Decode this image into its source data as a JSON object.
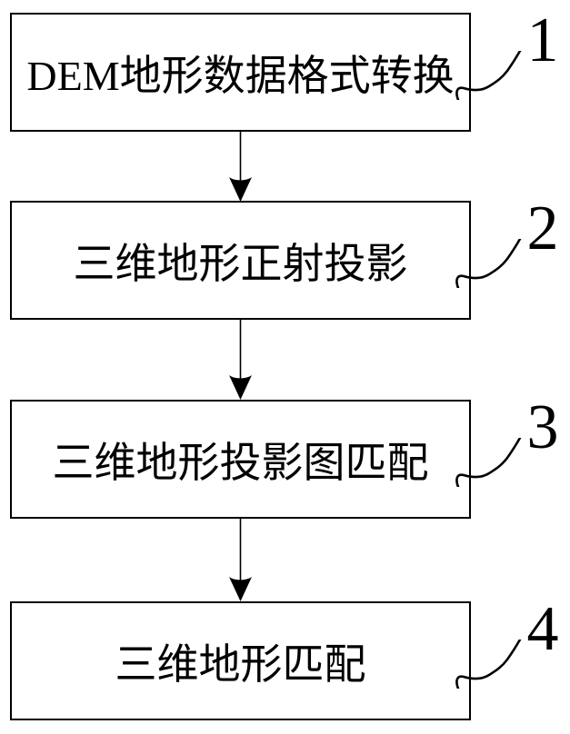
{
  "figure": {
    "type": "flowchart",
    "background_color": "#ffffff",
    "line_color": "#000000",
    "steps": [
      {
        "label": "DEM地形数据格式转换",
        "ref": "1"
      },
      {
        "label": "三维地形正射投影",
        "ref": "2"
      },
      {
        "label": "三维地形投影图匹配",
        "ref": "3"
      },
      {
        "label": "三维地形匹配",
        "ref": "4"
      }
    ]
  }
}
